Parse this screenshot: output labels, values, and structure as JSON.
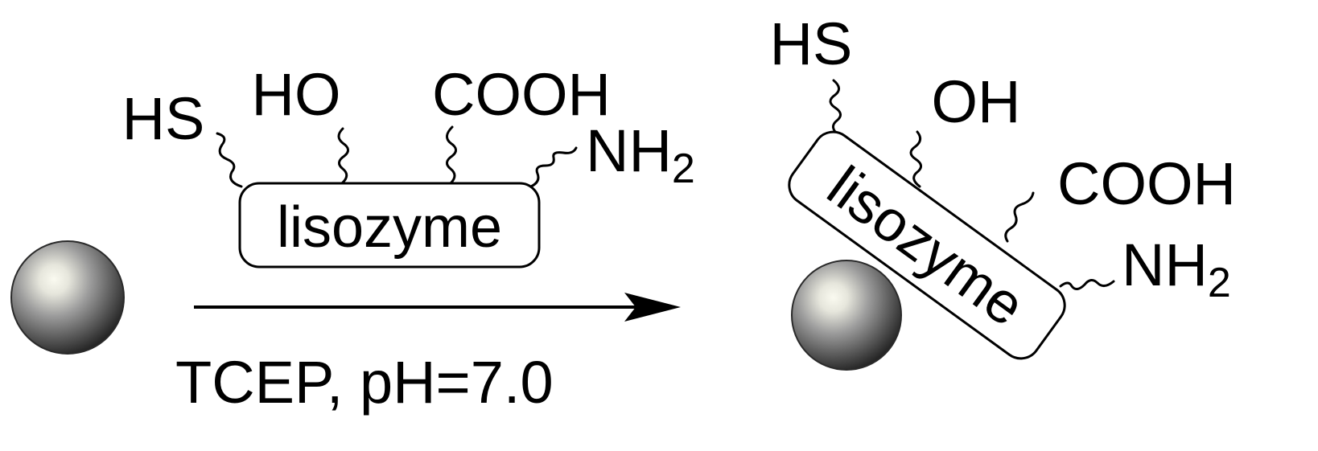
{
  "reactant": {
    "protein_label": "lisozyme",
    "groups": {
      "thiol": "HS",
      "hydroxyl": "HO",
      "carboxyl": "COOH",
      "amine": "NH",
      "amine_subscript": "2"
    }
  },
  "reaction": {
    "conditions": "TCEP, pH=7.0"
  },
  "product": {
    "protein_label": "lisozyme",
    "groups": {
      "thiol": "HS",
      "hydroxyl": "OH",
      "carboxyl": "COOH",
      "amine": "NH",
      "amine_subscript": "2"
    }
  },
  "colors": {
    "line": "#000000",
    "background": "#ffffff",
    "sphere_highlight": "#fafaf0",
    "sphere_shadow": "#1a1a1a"
  }
}
